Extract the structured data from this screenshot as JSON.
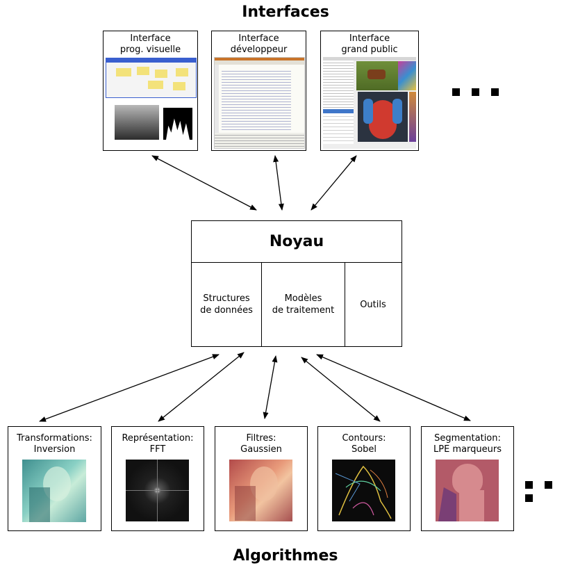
{
  "headings": {
    "top": "Interfaces",
    "bottom": "Algorithmes"
  },
  "core": {
    "title": "Noyau",
    "cells": [
      "Structures\nde données",
      "Modèles\nde traitement",
      "Outils"
    ]
  },
  "interfaces": [
    {
      "title": "Interface\nprog. visuelle"
    },
    {
      "title": "Interface\ndéveloppeur"
    },
    {
      "title": "Interface\ngrand public"
    }
  ],
  "algorithms": [
    {
      "title": "Transformations:\nInversion"
    },
    {
      "title": "Représentation:\nFFT"
    },
    {
      "title": "Filtres:\nGaussien"
    },
    {
      "title": "Contours:\nSobel"
    },
    {
      "title": "Segmentation:\nLPE marqueurs"
    }
  ],
  "colors": {
    "line": "#000000",
    "box_border": "#000000",
    "background": "#ffffff"
  }
}
